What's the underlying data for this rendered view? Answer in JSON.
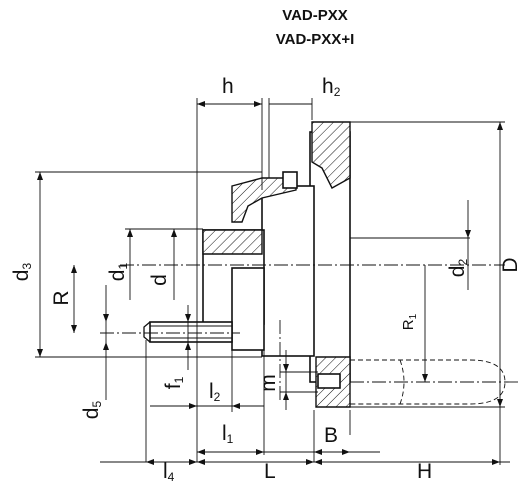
{
  "titles": {
    "line1": "VAD-PXX",
    "line2": "VAD-PXX+I"
  },
  "dimensions": {
    "h": "h",
    "h2": {
      "base": "h",
      "sub": "2"
    },
    "d3": {
      "base": "d",
      "sub": "3"
    },
    "R": "R",
    "d1": {
      "base": "d",
      "sub": "1"
    },
    "d": "d",
    "d2": {
      "base": "d",
      "sub": "2"
    },
    "D": "D",
    "R1": {
      "base": "R",
      "sub": "1"
    },
    "d5": {
      "base": "d",
      "sub": "5"
    },
    "f1": {
      "base": "f",
      "sub": "1"
    },
    "l2": {
      "base": "l",
      "sub": "2"
    },
    "m": "m",
    "l1": {
      "base": "l",
      "sub": "1"
    },
    "B": "B",
    "l4": {
      "base": "l",
      "sub": "4"
    },
    "L": "L",
    "H": "H"
  }
}
